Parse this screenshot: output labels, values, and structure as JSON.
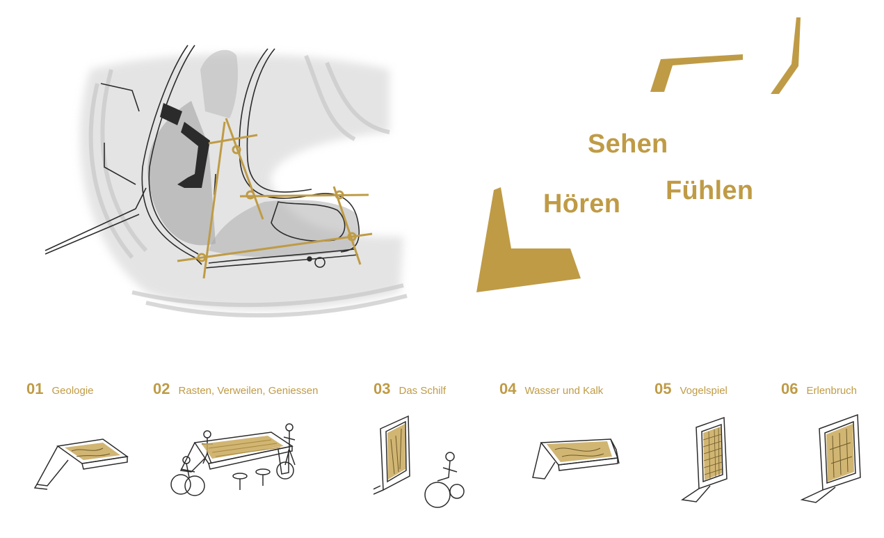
{
  "colors": {
    "accent": "#bf9b46",
    "ink": "#2b2b2b",
    "wash": "#d9d9d9",
    "background": "#ffffff"
  },
  "senses": {
    "sehen": "Sehen",
    "fuehlen": "Fühlen",
    "hoeren": "Hören"
  },
  "stations": [
    {
      "num": "01",
      "label": "Geologie"
    },
    {
      "num": "02",
      "label": "Rasten, Verweilen, Geniessen"
    },
    {
      "num": "03",
      "label": "Das Schilf"
    },
    {
      "num": "04",
      "label": "Wasser und Kalk"
    },
    {
      "num": "05",
      "label": "Vogelspiel"
    },
    {
      "num": "06",
      "label": "Erlenbruch"
    }
  ]
}
